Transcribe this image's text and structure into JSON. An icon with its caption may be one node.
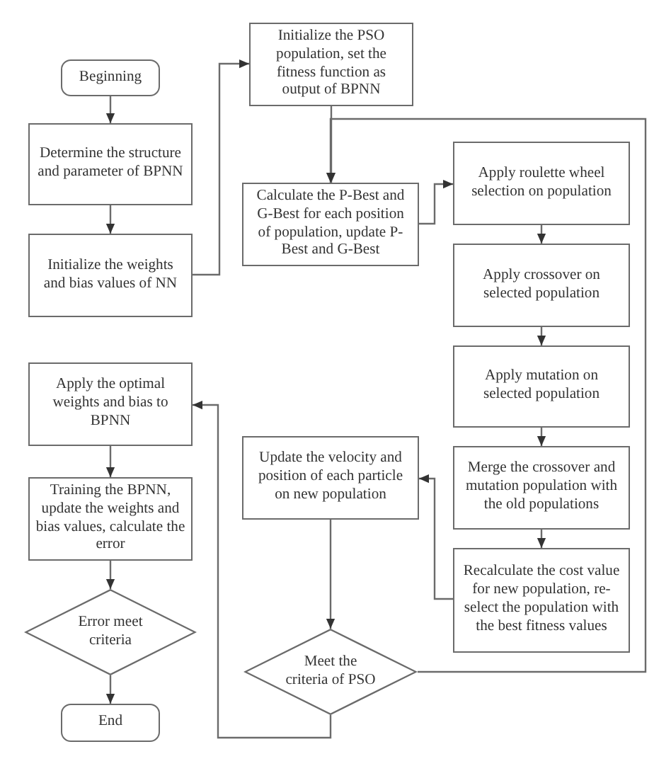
{
  "diagram": {
    "nodes": [
      {
        "text": [
          "Beginning"
        ]
      },
      {
        "text": [
          "Determine the structure and parameter of BPNN"
        ]
      },
      {
        "text": [
          "Initialize the weights and bias values of NN"
        ]
      },
      {
        "text": [
          "Initialize the PSO population, set the fitness function as output of BPNN"
        ]
      },
      {
        "text": [
          "Calculate the P-Best and G-Best for each position of population, update P-Best and G-Best"
        ]
      },
      {
        "text": [
          "Apply roulette wheel selection on population"
        ]
      },
      {
        "text": [
          "Apply crossover on selected population"
        ]
      },
      {
        "text": [
          "Apply mutation on selected population"
        ]
      },
      {
        "text": [
          "Merge the crossover and mutation population with the old populations"
        ]
      },
      {
        "text": [
          "Recalculate the cost value for new population, re-select the population with the best fitness values"
        ]
      },
      {
        "text": [
          "Update the velocity and position of each particle on new population"
        ]
      },
      {
        "text": [
          "Meet the criteria of PSO"
        ]
      },
      {
        "text": [
          "Apply the optimal weights and bias to BPNN"
        ]
      },
      {
        "text": [
          "Training the BPNN, update the weights and bias values, calculate the error"
        ]
      },
      {
        "text": [
          "Error meet criteria"
        ]
      },
      {
        "text": [
          "End"
        ]
      }
    ],
    "edges": [
      {
        "from": 0,
        "to": 1,
        "arrow": "to"
      },
      {
        "from": 1,
        "to": 2,
        "arrow": "to"
      },
      {
        "from": 2,
        "to": 3,
        "arrow": "to"
      },
      {
        "from": 3,
        "to": 4,
        "arrow": "to"
      },
      {
        "from": 4,
        "to": 5,
        "arrow": "to"
      },
      {
        "from": 5,
        "to": 6,
        "arrow": "to"
      },
      {
        "from": 6,
        "to": 7,
        "arrow": "to"
      },
      {
        "from": 7,
        "to": 8,
        "arrow": "to"
      },
      {
        "from": 8,
        "to": 9,
        "arrow": "to"
      },
      {
        "from": 9,
        "to": 10,
        "arrow": "to"
      },
      {
        "from": 10,
        "to": 11,
        "arrow": "to"
      },
      {
        "from": 11,
        "to": 4,
        "arrow": "to"
      },
      {
        "from": 11,
        "to": 12,
        "arrow": "to"
      },
      {
        "from": 12,
        "to": 13,
        "arrow": "to"
      },
      {
        "from": 13,
        "to": 14,
        "arrow": "to"
      },
      {
        "from": 14,
        "to": 15,
        "arrow": "to"
      }
    ]
  }
}
